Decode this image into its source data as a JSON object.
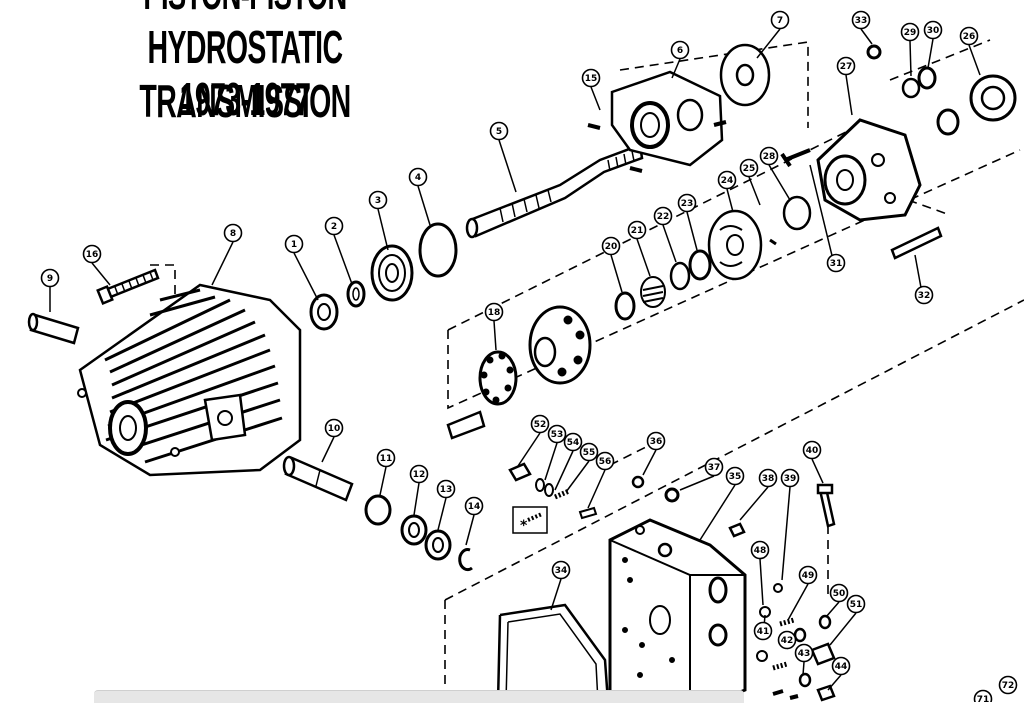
{
  "title": {
    "line0": "PISTON-PISTON",
    "line1": "HYDROSTATIC TRANSMISSION",
    "line2": "1973-1977"
  },
  "special_marker": "*",
  "callouts": [
    "1",
    "2",
    "3",
    "4",
    "5",
    "6",
    "7",
    "8",
    "9",
    "10",
    "11",
    "12",
    "13",
    "14",
    "15",
    "16",
    "18",
    "20",
    "21",
    "22",
    "23",
    "24",
    "25",
    "26",
    "27",
    "28",
    "29",
    "30",
    "31",
    "32",
    "33",
    "34",
    "35",
    "36",
    "37",
    "38",
    "39",
    "40",
    "41",
    "42",
    "43",
    "44",
    "48",
    "49",
    "50",
    "51",
    "52",
    "53",
    "54",
    "55",
    "56",
    "71",
    "72"
  ]
}
